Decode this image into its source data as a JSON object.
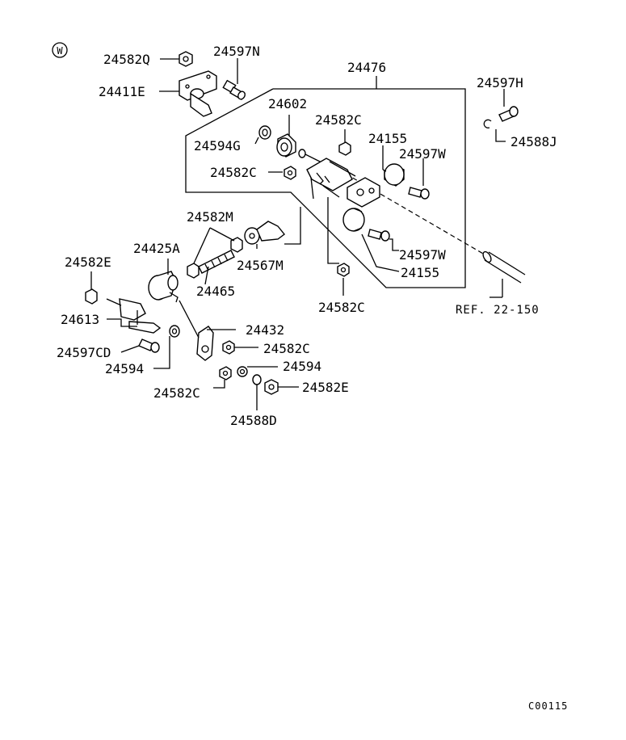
{
  "region_mark": "W",
  "drawing_code": "C00115",
  "reference": "REF. 22-150",
  "labels": {
    "p24582Q": "24582Q",
    "p24597N": "24597N",
    "p24476": "24476",
    "p24597H": "24597H",
    "p24411E": "24411E",
    "p24602": "24602",
    "p24582C_top": "24582C",
    "p24588J": "24588J",
    "p24594G": "24594G",
    "p24155_top": "24155",
    "p24597W_top": "24597W",
    "p24582C_left": "24582C",
    "p24582M": "24582M",
    "p24425A": "24425A",
    "p24567M": "24567M",
    "p24597W_bottom": "24597W",
    "p24582E_left": "24582E",
    "p24465": "24465",
    "p24155_bottom": "24155",
    "p24582C_mid": "24582C",
    "p24613": "24613",
    "p24432": "24432",
    "p24597CD": "24597CD",
    "p24582C_lower": "24582C",
    "p24594_left": "24594",
    "p24594_right": "24594",
    "p24582C_bottom": "24582C",
    "p24582E_right": "24582E",
    "p24588D": "24588D"
  }
}
